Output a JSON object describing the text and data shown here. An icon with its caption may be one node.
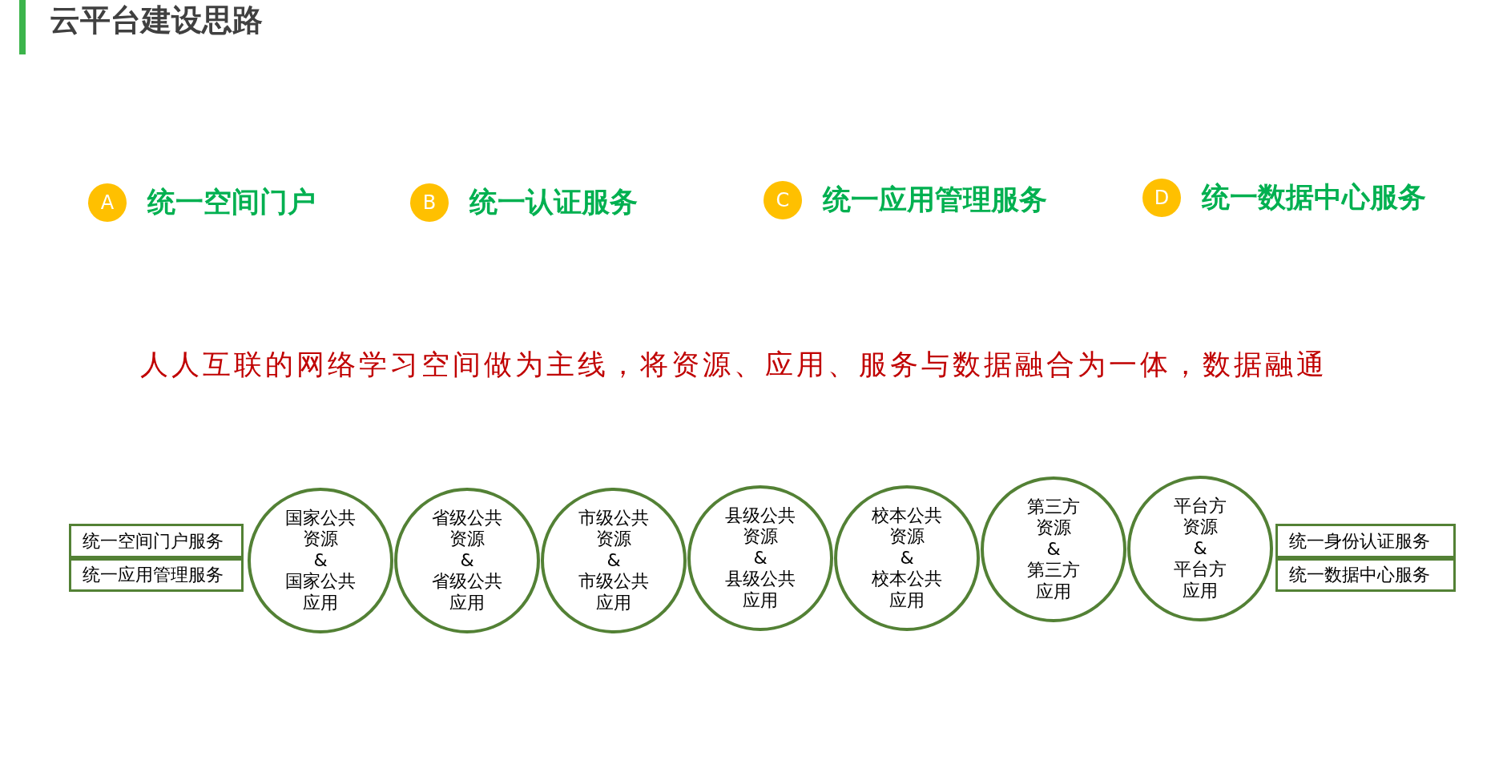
{
  "diagram": {
    "title": "云平台建设思路",
    "nodes": [
      {
        "text": [
          "A"
        ],
        "beside": [
          "统一空间门户"
        ]
      },
      {
        "text": [
          "B"
        ],
        "beside": [
          "统一认证服务"
        ]
      },
      {
        "text": [
          "C"
        ],
        "beside": [
          "统一应用管理服务"
        ]
      },
      {
        "text": [
          "D"
        ],
        "beside": [
          "统一数据中心服务"
        ]
      },
      {
        "text": [
          "统一空间门户服务"
        ]
      },
      {
        "text": [
          "统一应用管理服务"
        ]
      },
      {
        "text": [
          "国家公共资源",
          "&",
          "国家公共应用"
        ]
      },
      {
        "text": [
          "省级公共资源",
          "&",
          "省级公共应用"
        ]
      },
      {
        "text": [
          "市级公共资源",
          "&",
          "市级公共应用"
        ]
      },
      {
        "text": [
          "县级公共资源",
          "&",
          "县级公共应用"
        ]
      },
      {
        "text": [
          "校本公共资源",
          "&",
          "校本公共应用"
        ]
      },
      {
        "text": [
          "第三方资源",
          "&",
          "第三方应用"
        ]
      },
      {
        "text": [
          "平台方资源",
          "&",
          "平台方应用"
        ]
      },
      {
        "text": [
          "统一身份认证服务"
        ]
      },
      {
        "text": [
          "统一数据中心服务"
        ]
      }
    ],
    "edges": [],
    "labels": [
      "人人互联的网络学习空间做为主线，将资源、应用、服务与数据融合为一体，数据融通"
    ]
  }
}
